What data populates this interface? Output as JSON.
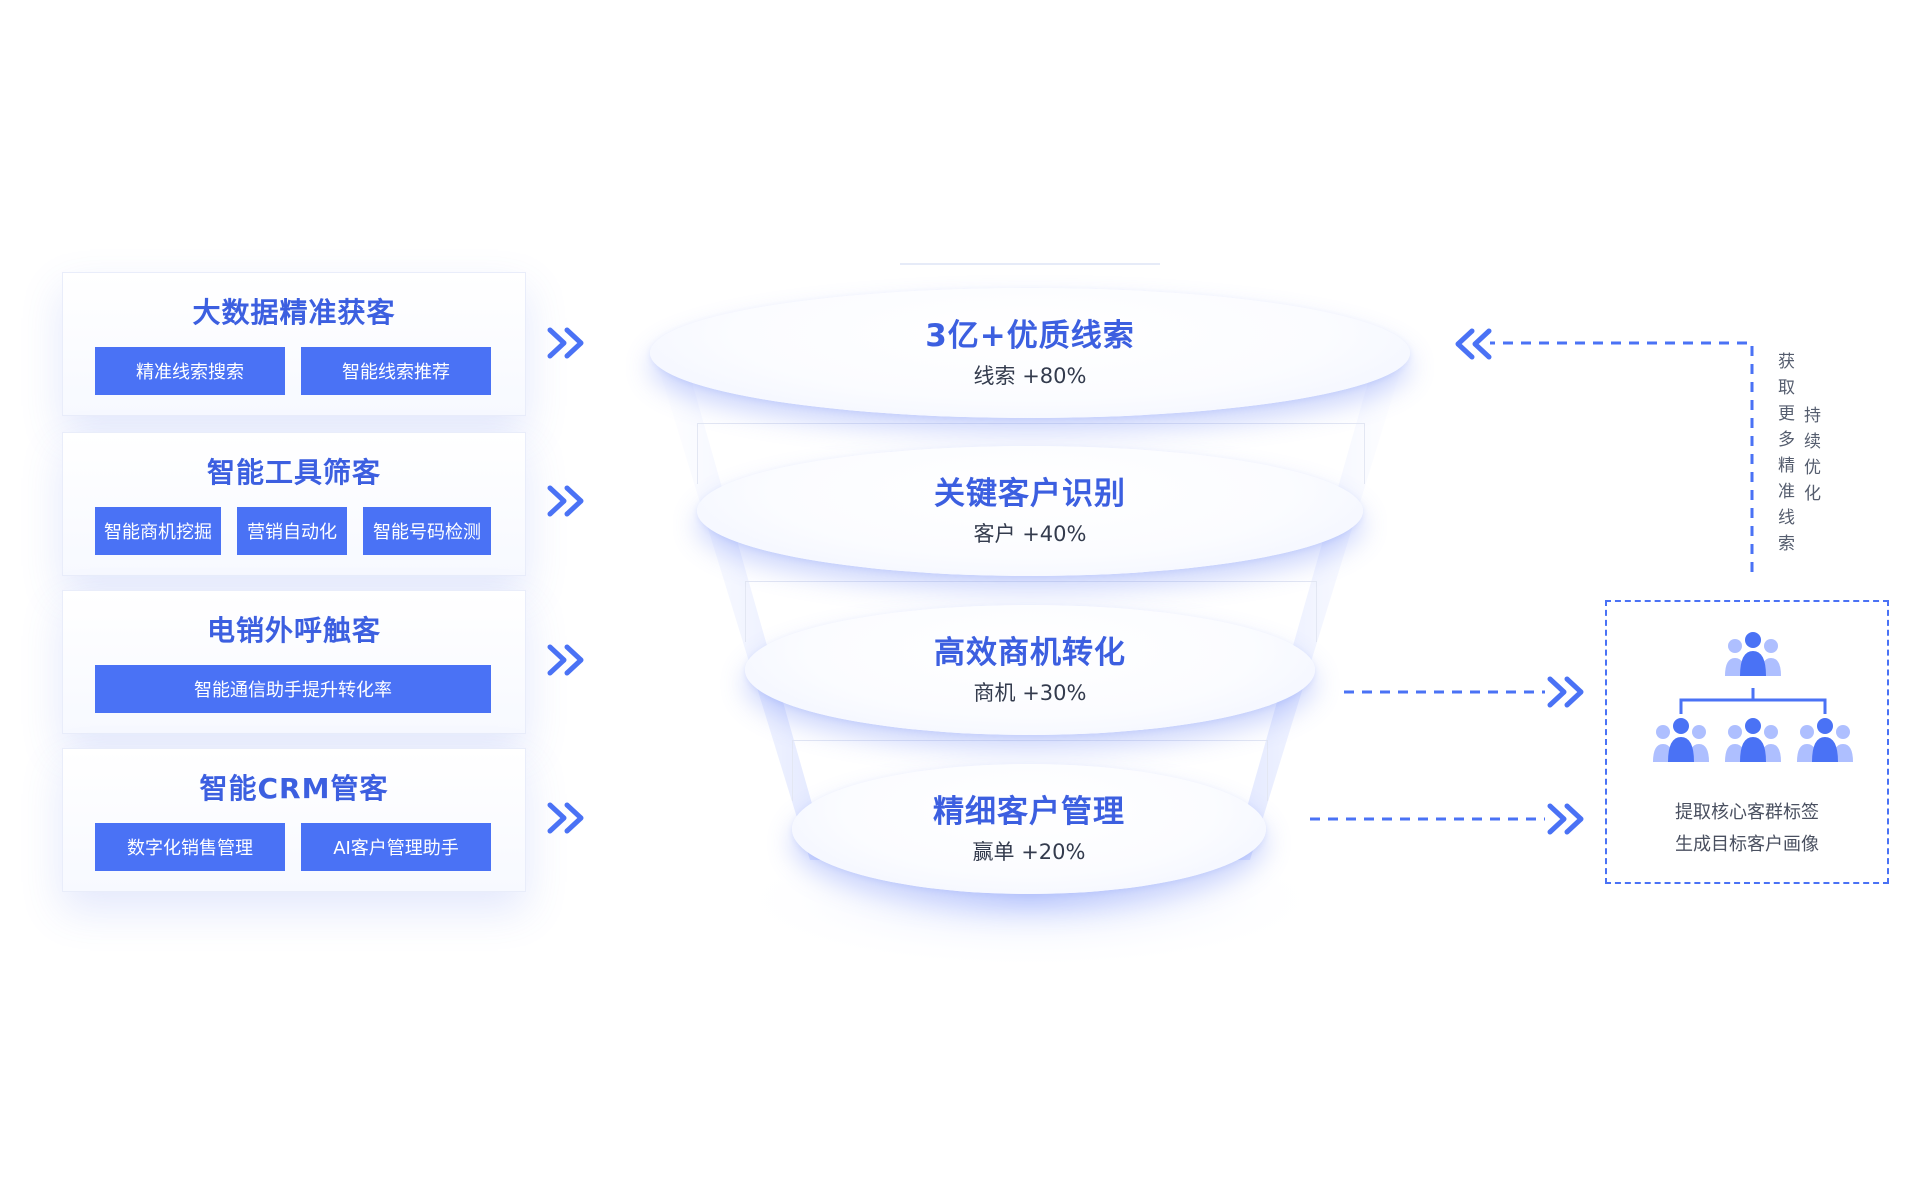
{
  "colors": {
    "accent": "#4a72f5",
    "title_blue": "#3c5fe0",
    "text_dark": "#333b4d",
    "text_gray": "#555d6e"
  },
  "left_cards": [
    {
      "title": "大数据精准获客",
      "chips": [
        "精准线索搜索",
        "智能线索推荐"
      ]
    },
    {
      "title": "智能工具筛客",
      "chips": [
        "智能商机挖掘",
        "营销自动化",
        "智能号码检测"
      ]
    },
    {
      "title": "电销外呼触客",
      "chips": [
        "智能通信助手提升转化率"
      ]
    },
    {
      "title": "智能CRM管客",
      "chips": [
        "数字化销售管理",
        "AI客户管理助手"
      ]
    }
  ],
  "funnel": [
    {
      "title": "3亿+优质线索",
      "stat": "线索 +80%"
    },
    {
      "title": "关键客户识别",
      "stat": "客户 +40%"
    },
    {
      "title": "高效商机转化",
      "stat": "商机 +30%"
    },
    {
      "title": "精细客户管理",
      "stat": "赢单 +20%"
    }
  ],
  "feedback": {
    "col1": "获取更多精准线索",
    "col2": "持续优化"
  },
  "target": {
    "icon": "user-group-hierarchy-icon",
    "line1": "提取核心客群标签",
    "line2": "生成目标客户画像"
  },
  "icons": {
    "chevron": "double-chevron-right-icon",
    "chevron_left": "double-chevron-left-icon"
  }
}
